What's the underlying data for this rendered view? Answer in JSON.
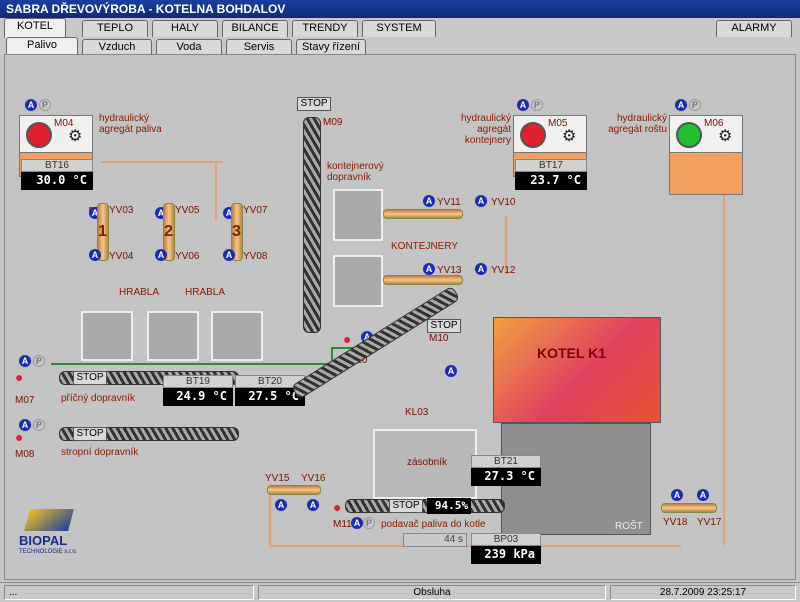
{
  "window_title": "SABRA DŘEVOVÝROBA - KOTELNA BOHDALOV",
  "main_tabs": [
    "KOTEL",
    "TEPLO",
    "HALY",
    "BILANCE",
    "TRENDY",
    "SYSTEM"
  ],
  "alarm_tab": "ALARMY",
  "sub_tabs": [
    "Palivo",
    "Vzduch",
    "Voda",
    "Servis",
    "Stavy řízení"
  ],
  "aggregates": {
    "m04": {
      "code": "M04",
      "label": "hydraulický agregát paliva",
      "sensor": "BT16",
      "value": "30.0 °C",
      "lamp": "#e02030"
    },
    "m05": {
      "code": "M05",
      "label": "hydraulický agregát kontejnery",
      "sensor": "BT17",
      "value": "23.7 °C",
      "lamp": "#e02030"
    },
    "m06": {
      "code": "M06",
      "label": "hydraulický agregát roštu",
      "lamp": "#20c030"
    }
  },
  "valves": {
    "yv03": "YV03",
    "yv04": "YV04",
    "yv05": "YV05",
    "yv06": "YV06",
    "yv07": "YV07",
    "yv08": "YV08",
    "yv10": "YV10",
    "yv11": "YV11",
    "yv12": "YV12",
    "yv13": "YV13",
    "yv15": "YV15",
    "yv16": "YV16",
    "yv17": "YV17",
    "yv18": "YV18",
    "yv20": "YV20"
  },
  "cylinders": [
    "1",
    "2",
    "3"
  ],
  "hrabla": "HRABLA",
  "m09": {
    "code": "M09",
    "stop": "STOP",
    "label": "kontejnerový dopravník"
  },
  "kontejnery": "KONTEJNERY",
  "m07": {
    "code": "M07",
    "stop": "STOP",
    "label": "příčný dopravník"
  },
  "m08": {
    "code": "M08",
    "stop": "STOP",
    "label": "stropní dopravník"
  },
  "m10": {
    "code": "M10",
    "stop": "STOP"
  },
  "m11": {
    "code": "M11",
    "stop": "STOP",
    "percent": "94.5%",
    "label": "podavač paliva do kotle"
  },
  "bt19": {
    "name": "BT19",
    "value": "24.9 °C"
  },
  "bt20": {
    "name": "BT20",
    "value": "27.5 °C"
  },
  "bt21": {
    "name": "BT21",
    "value": "27.3 °C"
  },
  "bp03": {
    "name": "BP03",
    "value": "239 kPa"
  },
  "timer": "44 s",
  "kl03": "KL03",
  "zasobnik": "zásobník",
  "kotel": "KOTEL K1",
  "rost": "ROŠT",
  "logo": {
    "name": "BIOPAL",
    "sub": "TECHNOLOGIE s.r.o."
  },
  "status": {
    "left": "...",
    "center": "Obsluha",
    "datetime": "28.7.2009 23:25:17"
  },
  "badges": {
    "a": "A",
    "p": "P"
  }
}
